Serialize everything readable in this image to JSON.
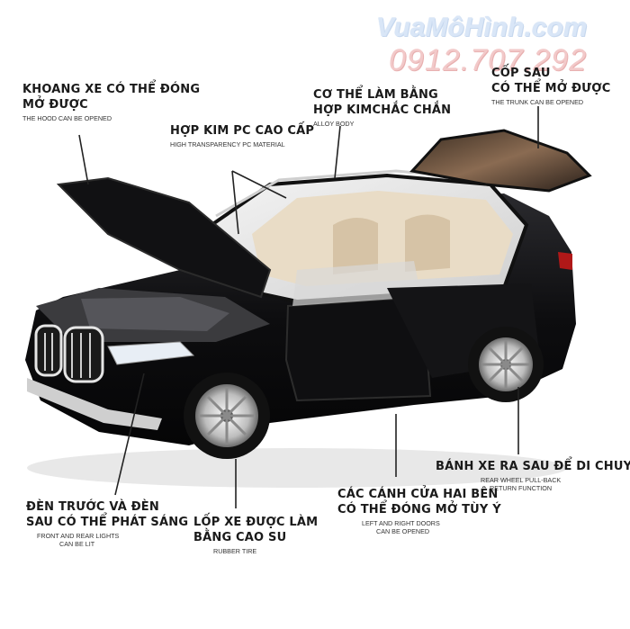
{
  "watermark": {
    "brand": "VuaMôHình.com",
    "phone": "0912.707.292"
  },
  "callouts": {
    "hood": {
      "vn1": "KHOANG XE CÓ THỂ ĐÓNG",
      "vn2": "MỞ ĐƯỢC",
      "en1": "THE HOOD CAN BE OPENED"
    },
    "pc": {
      "vn1": "HỢP KIM PC CAO CẤP",
      "en1": "HIGH TRANSPARENCY PC MATERIAL"
    },
    "body": {
      "vn1": "CƠ THỂ LÀM BẰNG",
      "vn2": "HỢP KIMCHẮC CHẮN",
      "en1": "ALLOY BODY"
    },
    "trunk": {
      "vn1": "CỐP SAU",
      "vn2": "CÓ THỂ MỞ ĐƯỢC",
      "en1": "THE TRUNK CAN BE OPENED"
    },
    "wheel": {
      "vn1": "BÁNH XE RA SAU ĐỂ DI CHUYỂN",
      "en1": "REAR WHEEL PULL-BACK",
      "en2": "RETURN FUNCTION"
    },
    "doors": {
      "vn1": "CÁC CÁNH CỬA HAI BÊN",
      "vn2": "CÓ THỂ ĐÓNG MỞ TÙY Ý",
      "en1": "LEFT AND RIGHT DOORS",
      "en2": "CAN BE OPENED"
    },
    "lights": {
      "vn1": "ĐÈN TRƯỚC VÀ ĐÈN",
      "vn2": "SAU CÓ THỂ PHÁT SÁNG",
      "en1": "FRONT AND REAR LIGHTS",
      "en2": "CAN BE LIT"
    },
    "tire": {
      "vn1": "LỐP XE ĐƯỢC LÀM",
      "vn2": "BẰNG CAO SU",
      "en1": "RUBBER TIRE"
    }
  },
  "colors": {
    "body": "#0d0d0f",
    "interior": "#e9dcc6",
    "chrome": "#d8d8d8",
    "taillight": "#b01818"
  }
}
